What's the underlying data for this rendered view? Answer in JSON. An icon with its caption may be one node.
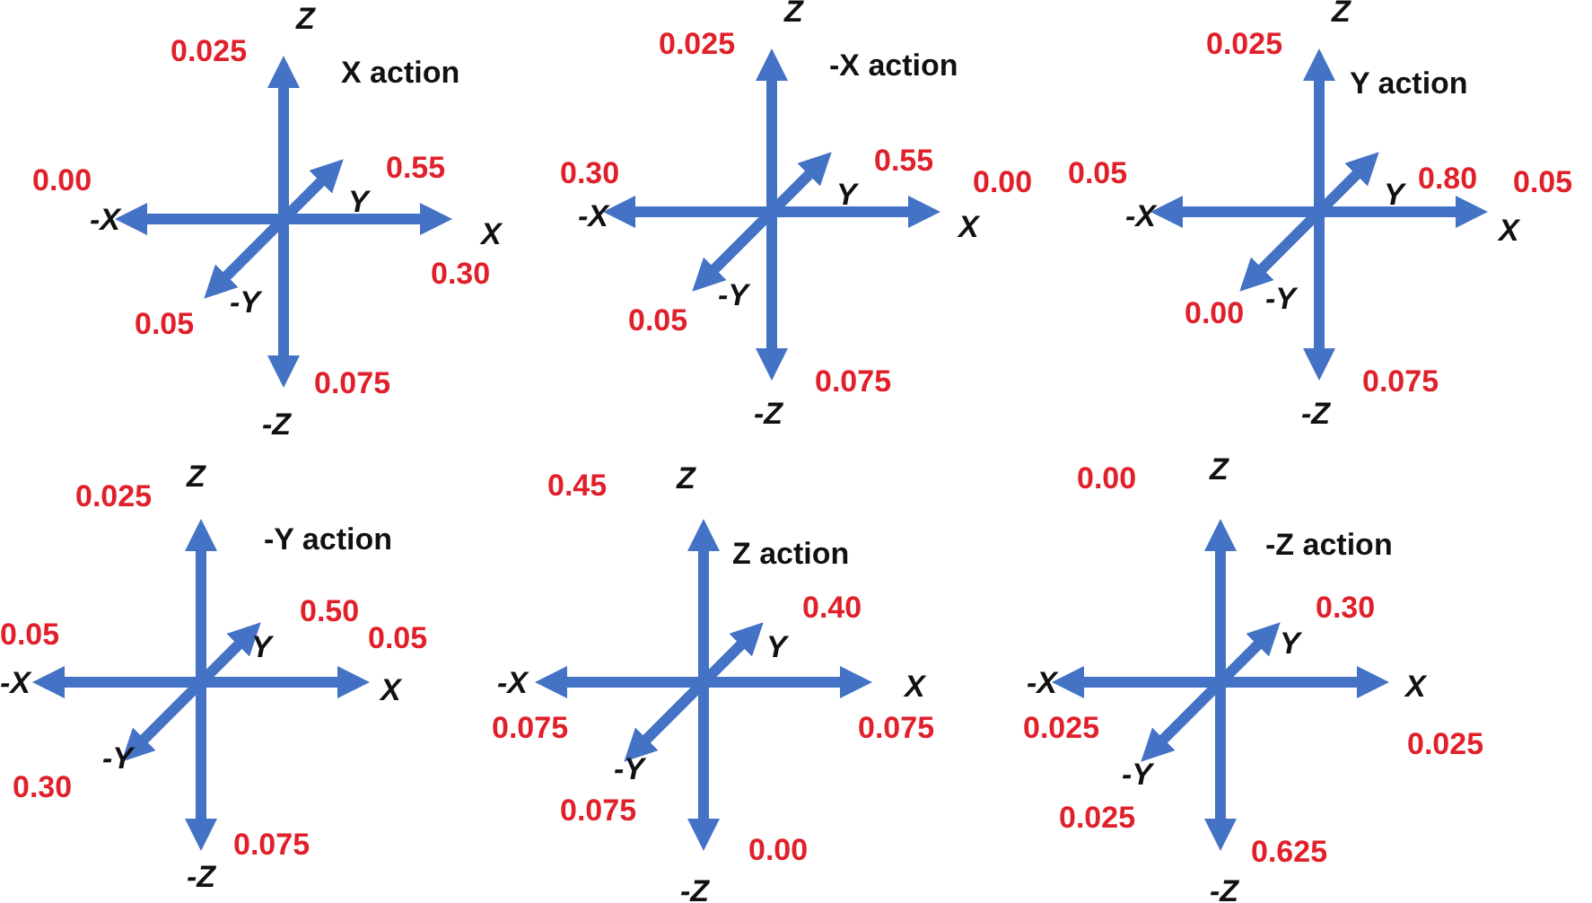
{
  "diagram": {
    "labels": [
      "0.025",
      "Z",
      "X action",
      "0.55",
      "Y",
      "0.00",
      "-X",
      "X",
      "0.30",
      "-Y",
      "0.05",
      "-Z",
      "0.075",
      "0.025",
      "Z",
      "-X action",
      "0.55",
      "Y",
      "0.30",
      "-X",
      "X",
      "0.00",
      "-Y",
      "0.05",
      "-Z",
      "0.075",
      "0.025",
      "Z",
      "Y action",
      "0.80",
      "Y",
      "0.05",
      "-X",
      "X",
      "0.05",
      "-Y",
      "0.00",
      "-Z",
      "0.075",
      "0.025",
      "Z",
      "-Y action",
      "0.50",
      "Y",
      "0.05",
      "-X",
      "X",
      "0.05",
      "-Y",
      "0.30",
      "-Z",
      "0.075",
      "0.45",
      "Z",
      "Z action",
      "0.40",
      "Y",
      "-X",
      "X",
      "0.075",
      "0.075",
      "-Y",
      "0.075",
      "-Z",
      "0.00",
      "0.00",
      "Z",
      "-Z action",
      "0.30",
      "Y",
      "-X",
      "0.025",
      "X",
      "0.025",
      "-Y",
      "0.025",
      "-Z",
      "0.625"
    ]
  }
}
